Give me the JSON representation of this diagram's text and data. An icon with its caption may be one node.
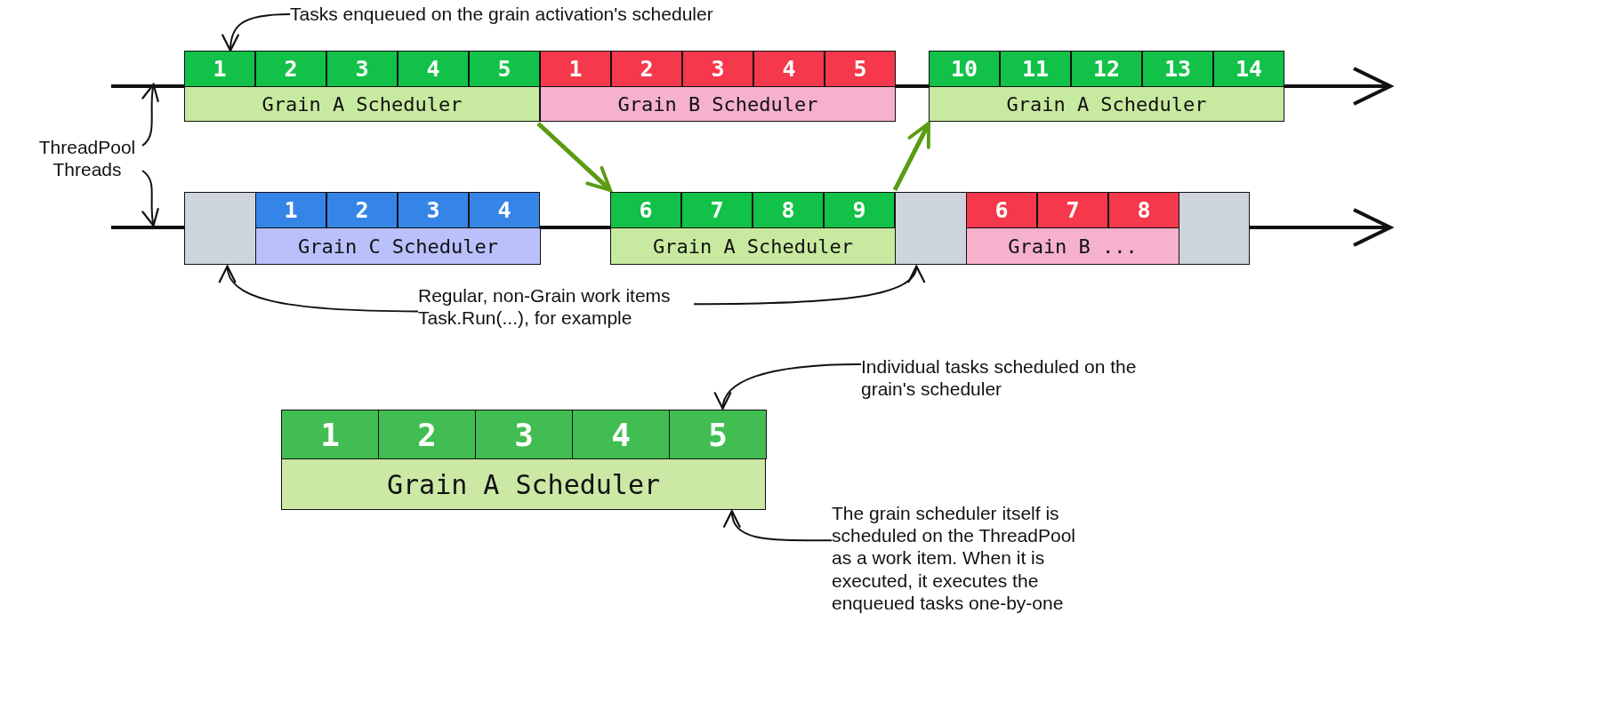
{
  "diagram": {
    "nodes": [
      {
        "text": [
          "Tasks enqueued on the grain activation's scheduler"
        ]
      },
      {
        "text": [
          "1"
        ]
      },
      {
        "text": [
          "2"
        ]
      },
      {
        "text": [
          "3"
        ]
      },
      {
        "text": [
          "4"
        ]
      },
      {
        "text": [
          "5"
        ]
      },
      {
        "text": [
          "1"
        ]
      },
      {
        "text": [
          "2"
        ]
      },
      {
        "text": [
          "3"
        ]
      },
      {
        "text": [
          "4"
        ]
      },
      {
        "text": [
          "5"
        ]
      },
      {
        "text": [
          "10"
        ]
      },
      {
        "text": [
          "11"
        ]
      },
      {
        "text": [
          "12"
        ]
      },
      {
        "text": [
          "13"
        ]
      },
      {
        "text": [
          "14"
        ]
      },
      {
        "text": [
          "Grain A Scheduler"
        ]
      },
      {
        "text": [
          "Grain B Scheduler"
        ]
      },
      {
        "text": [
          "Grain A Scheduler"
        ]
      },
      {
        "text": [
          "ThreadPool Threads"
        ]
      },
      {
        "text": [],
        "shape": "box"
      },
      {
        "text": [
          "1"
        ]
      },
      {
        "text": [
          "2"
        ]
      },
      {
        "text": [
          "3"
        ]
      },
      {
        "text": [
          "4"
        ]
      },
      {
        "text": [
          "6"
        ]
      },
      {
        "text": [
          "7"
        ]
      },
      {
        "text": [
          "8"
        ]
      },
      {
        "text": [
          "9"
        ]
      },
      {
        "text": [],
        "shape": "box"
      },
      {
        "text": [
          "6"
        ]
      },
      {
        "text": [
          "7"
        ]
      },
      {
        "text": [
          "8"
        ]
      },
      {
        "text": [],
        "shape": "box"
      },
      {
        "text": [
          "Grain C Scheduler"
        ]
      },
      {
        "text": [
          "Grain A Scheduler"
        ]
      },
      {
        "text": [
          "Grain B ..."
        ]
      },
      {
        "text": [
          "Regular, non-Grain work items Task.Run(...), for example"
        ]
      },
      {
        "text": [
          "Individual tasks scheduled on the grain's scheduler"
        ]
      },
      {
        "text": [
          "1"
        ]
      },
      {
        "text": [
          "2"
        ]
      },
      {
        "text": [
          "3"
        ]
      },
      {
        "text": [
          "4"
        ]
      },
      {
        "text": [
          "5"
        ]
      },
      {
        "text": [
          "Grain A Scheduler"
        ]
      },
      {
        "text": [
          "The grain scheduler itself is scheduled on the ThreadPool as a work item. When it is executed, it executes the enqueued tasks one-by-one"
        ]
      },
      {
        "text": [],
        "shape": "line"
      },
      {
        "text": [],
        "shape": "line"
      }
    ],
    "edges": [
      {
        "from": 0,
        "to": 1,
        "arrow": "to"
      },
      {
        "from": 19,
        "to": 46,
        "arrow": "to"
      },
      {
        "from": 19,
        "to": 47,
        "arrow": "to"
      },
      {
        "from": 16,
        "to": 25,
        "arrow": "to",
        "style": "thick",
        "color": "#5a9c12"
      },
      {
        "from": 28,
        "to": 18,
        "arrow": "to",
        "style": "thick",
        "color": "#5a9c12"
      },
      {
        "from": 37,
        "to": 20,
        "arrow": "to"
      },
      {
        "from": 37,
        "to": 29,
        "arrow": "to"
      },
      {
        "from": 38,
        "to": 43,
        "arrow": "to"
      },
      {
        "from": 45,
        "to": 44,
        "arrow": "to"
      }
    ]
  }
}
